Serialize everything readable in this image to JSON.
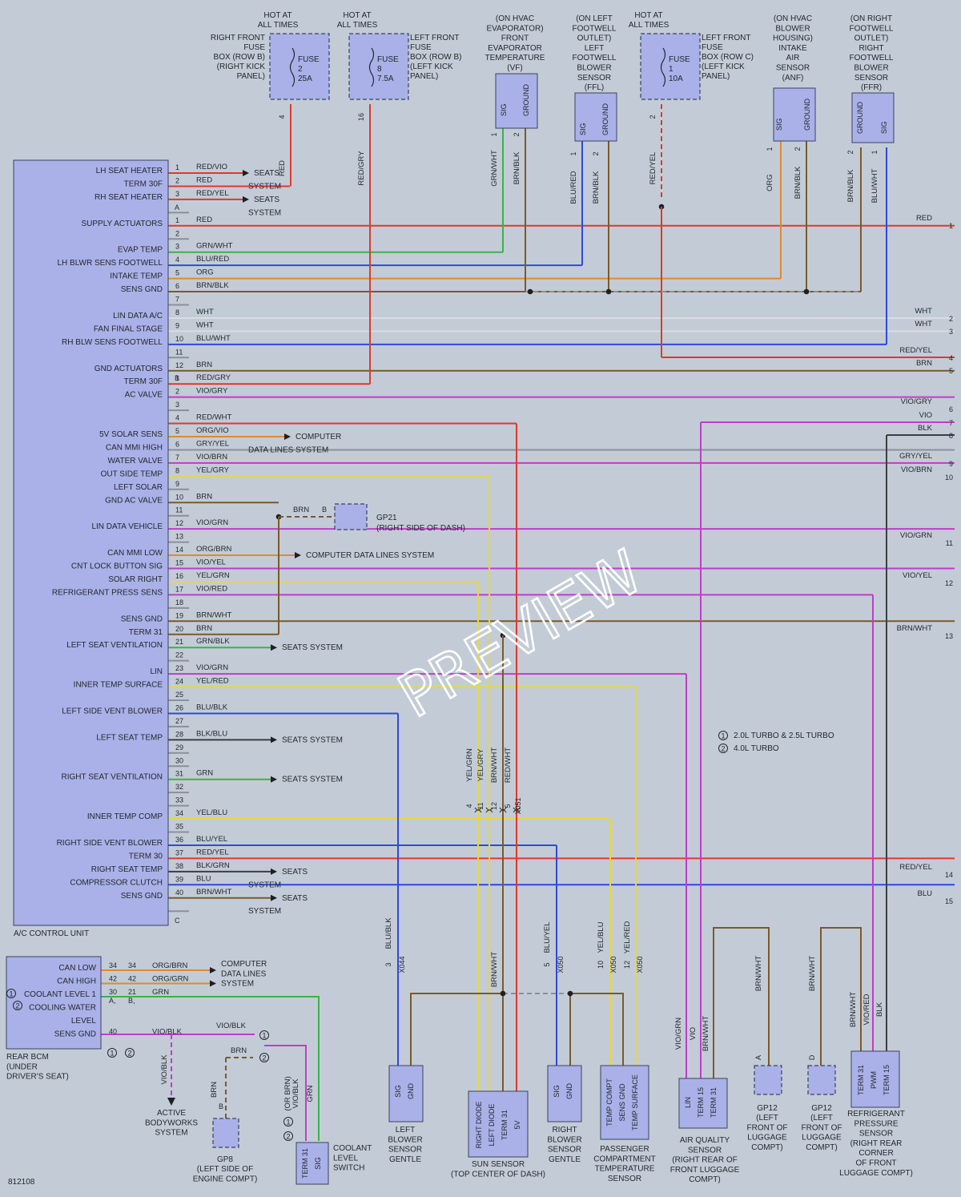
{
  "colors": {
    "background": "#c3ccd6",
    "module_fill": "#a9b1e8",
    "RED": "#e0392b",
    "WHT": "#d8dde2",
    "BLU": "#2f48e0",
    "BRN": "#7a5a2a",
    "GRN": "#3bb24a",
    "ORG": "#e08a2a",
    "YEL": "#e8d838",
    "VIO": "#c23cc8",
    "BLK": "#3a3f45",
    "GRY": "#8a9098"
  },
  "diagram_id": "812108",
  "watermark": "PREVIEW",
  "legend": [
    {
      "num": "1",
      "text": "2.0L TURBO & 2.5L TURBO"
    },
    {
      "num": "2",
      "text": "4.0L TURBO"
    }
  ],
  "fuses": [
    {
      "id": "fuse2",
      "hot": [
        "HOT AT",
        "ALL TIMES"
      ],
      "side": [
        "RIGHT FRONT",
        "FUSE",
        "BOX (ROW B)",
        "(RIGHT KICK",
        "PANEL)"
      ],
      "name": "FUSE",
      "num": "2",
      "amp": "25A",
      "pin": "4",
      "wire": "RED"
    },
    {
      "id": "fuse8",
      "hot": [
        "HOT AT",
        "ALL TIMES"
      ],
      "side": [
        "LEFT FRONT",
        "FUSE",
        "BOX (ROW B)",
        "(LEFT KICK",
        "PANEL)"
      ],
      "name": "FUSE",
      "num": "8",
      "amp": "7.5A",
      "pin": "16",
      "wire": "RED/GRY"
    },
    {
      "id": "fuse1",
      "hot": [
        "HOT AT",
        "ALL TIMES"
      ],
      "side": [
        "LEFT FRONT",
        "FUSE",
        "BOX (ROW C)",
        "(LEFT KICK",
        "PANEL)"
      ],
      "name": "FUSE",
      "num": "1",
      "amp": "10A",
      "pin": "2",
      "wire": "RED/YEL"
    }
  ],
  "top_sensors": [
    {
      "id": "vf",
      "caption": [
        "(ON HVAC",
        "EVAPORATOR)",
        "FRONT",
        "EVAPORATOR",
        "TEMPERATURE",
        "(VF)"
      ],
      "pins": [
        {
          "label": "SIG",
          "num": "1",
          "wire": "GRN/WHT"
        },
        {
          "label": "GROUND",
          "num": "2",
          "wire": "BRN/BLK"
        }
      ]
    },
    {
      "id": "ffl",
      "caption": [
        "(ON LEFT",
        "FOOTWELL",
        "OUTLET)",
        "LEFT",
        "FOOTWELL",
        "BLOWER",
        "SENSOR",
        "(FFL)"
      ],
      "pins": [
        {
          "label": "SIG",
          "num": "1",
          "wire": "BLU/RED"
        },
        {
          "label": "GROUND",
          "num": "2",
          "wire": "BRN/BLK"
        }
      ]
    },
    {
      "id": "anf",
      "caption": [
        "(ON HVAC",
        "BLOWER",
        "HOUSING)",
        "INTAKE",
        "AIR",
        "SENSOR",
        "(ANF)"
      ],
      "pins": [
        {
          "label": "SIG",
          "num": "1",
          "wire": "ORG"
        },
        {
          "label": "GROUND",
          "num": "2",
          "wire": "BRN/BLK"
        }
      ]
    },
    {
      "id": "ffr",
      "caption": [
        "(ON RIGHT",
        "FOOTWELL",
        "OUTLET)",
        "RIGHT",
        "FOOTWELL",
        "BLOWER",
        "SENSOR",
        "(FFR)"
      ],
      "pins": [
        {
          "label": "GROUND",
          "num": "2",
          "wire": "BRN/BLK"
        },
        {
          "label": "SIG",
          "num": "1",
          "wire": "BLU/WHT"
        }
      ]
    }
  ],
  "control_unit": {
    "name": "A/C CONTROL UNIT",
    "connector_a": "A",
    "connector_b": "B",
    "connector_c": "C",
    "rows": [
      {
        "func": "LH SEAT HEATER",
        "pin": "1",
        "wire": "RED/VIO",
        "dest": "SEATS"
      },
      {
        "func": "TERM 30F",
        "pin": "2",
        "wire": "RED",
        "dest": "SYSTEM"
      },
      {
        "func": "RH SEAT HEATER",
        "pin": "3",
        "wire": "RED/YEL",
        "dest": "SEATS"
      },
      {
        "func": "",
        "pin": "",
        "wire": "",
        "dest": "SYSTEM"
      },
      {
        "func": "SUPPLY ACTUATORS",
        "pin": "1",
        "wire": "RED",
        "dest": ""
      },
      {
        "func": "",
        "pin": "2",
        "wire": "",
        "dest": ""
      },
      {
        "func": "EVAP TEMP",
        "pin": "3",
        "wire": "GRN/WHT",
        "dest": ""
      },
      {
        "func": "LH BLWR SENS FOOTWELL",
        "pin": "4",
        "wire": "BLU/RED",
        "dest": ""
      },
      {
        "func": "INTAKE TEMP",
        "pin": "5",
        "wire": "ORG",
        "dest": ""
      },
      {
        "func": "SENS GND",
        "pin": "6",
        "wire": "BRN/BLK",
        "dest": ""
      },
      {
        "func": "",
        "pin": "7",
        "wire": "",
        "dest": ""
      },
      {
        "func": "LIN DATA A/C",
        "pin": "8",
        "wire": "WHT",
        "dest": ""
      },
      {
        "func": "FAN FINAL STAGE",
        "pin": "9",
        "wire": "WHT",
        "dest": ""
      },
      {
        "func": "RH BLW SENS FOOTWELL",
        "pin": "10",
        "wire": "BLU/WHT",
        "dest": ""
      },
      {
        "func": "",
        "pin": "11",
        "wire": "",
        "dest": ""
      },
      {
        "func": "GND ACTUATORS",
        "pin": "12",
        "wire": "BRN",
        "dest": ""
      },
      {
        "func": "TERM 30F",
        "pin": "1",
        "wire": "RED/GRY",
        "dest": ""
      },
      {
        "func": "AC VALVE",
        "pin": "2",
        "wire": "VIO/GRY",
        "dest": ""
      },
      {
        "func": "",
        "pin": "3",
        "wire": "",
        "dest": ""
      },
      {
        "func": "",
        "pin": "4",
        "wire": "RED/WHT",
        "dest": ""
      },
      {
        "func": "5V SOLAR SENS",
        "pin": "5",
        "wire": "ORG/VIO",
        "dest": "COMPUTER"
      },
      {
        "func": "CAN MMI HIGH",
        "pin": "6",
        "wire": "GRY/YEL",
        "dest": "DATA LINES SYSTEM"
      },
      {
        "func": "WATER VALVE",
        "pin": "7",
        "wire": "VIO/BRN",
        "dest": ""
      },
      {
        "func": "OUT SIDE TEMP",
        "pin": "8",
        "wire": "YEL/GRY",
        "dest": ""
      },
      {
        "func": "LEFT SOLAR",
        "pin": "9",
        "wire": "",
        "dest": ""
      },
      {
        "func": "GND AC VALVE",
        "pin": "10",
        "wire": "BRN",
        "dest": ""
      },
      {
        "func": "",
        "pin": "11",
        "wire": "",
        "dest": ""
      },
      {
        "func": "LIN DATA VEHICLE",
        "pin": "12",
        "wire": "VIO/GRN",
        "dest": ""
      },
      {
        "func": "",
        "pin": "13",
        "wire": "",
        "dest": ""
      },
      {
        "func": "CAN MMI LOW",
        "pin": "14",
        "wire": "ORG/BRN",
        "dest": "COMPUTER DATA LINES SYSTEM"
      },
      {
        "func": "CNT LOCK BUTTON SIG",
        "pin": "15",
        "wire": "VIO/YEL",
        "dest": ""
      },
      {
        "func": "SOLAR RIGHT",
        "pin": "16",
        "wire": "YEL/GRN",
        "dest": ""
      },
      {
        "func": "REFRIGERANT PRESS SENS",
        "pin": "17",
        "wire": "VIO/RED",
        "dest": ""
      },
      {
        "func": "",
        "pin": "18",
        "wire": "",
        "dest": ""
      },
      {
        "func": "SENS GND",
        "pin": "19",
        "wire": "BRN/WHT",
        "dest": ""
      },
      {
        "func": "TERM 31",
        "pin": "20",
        "wire": "BRN",
        "dest": ""
      },
      {
        "func": "LEFT SEAT VENTILATION",
        "pin": "21",
        "wire": "GRN/BLK",
        "dest": "SEATS SYSTEM"
      },
      {
        "func": "",
        "pin": "22",
        "wire": "",
        "dest": ""
      },
      {
        "func": "LIN",
        "pin": "23",
        "wire": "VIO/GRN",
        "dest": ""
      },
      {
        "func": "INNER TEMP SURFACE",
        "pin": "24",
        "wire": "YEL/RED",
        "dest": ""
      },
      {
        "func": "",
        "pin": "25",
        "wire": "",
        "dest": ""
      },
      {
        "func": "LEFT SIDE VENT BLOWER",
        "pin": "26",
        "wire": "BLU/BLK",
        "dest": ""
      },
      {
        "func": "",
        "pin": "27",
        "wire": "",
        "dest": ""
      },
      {
        "func": "LEFT SEAT TEMP",
        "pin": "28",
        "wire": "BLK/BLU",
        "dest": "SEATS SYSTEM"
      },
      {
        "func": "",
        "pin": "29",
        "wire": "",
        "dest": ""
      },
      {
        "func": "",
        "pin": "30",
        "wire": "",
        "dest": ""
      },
      {
        "func": "RIGHT SEAT VENTILATION",
        "pin": "31",
        "wire": "GRN",
        "dest": "SEATS SYSTEM"
      },
      {
        "func": "",
        "pin": "32",
        "wire": "",
        "dest": ""
      },
      {
        "func": "",
        "pin": "33",
        "wire": "",
        "dest": ""
      },
      {
        "func": "INNER TEMP COMP",
        "pin": "34",
        "wire": "YEL/BLU",
        "dest": ""
      },
      {
        "func": "",
        "pin": "35",
        "wire": "",
        "dest": ""
      },
      {
        "func": "RIGHT SIDE VENT BLOWER",
        "pin": "36",
        "wire": "BLU/YEL",
        "dest": ""
      },
      {
        "func": "TERM 30",
        "pin": "37",
        "wire": "RED/YEL",
        "dest": ""
      },
      {
        "func": "RIGHT SEAT TEMP",
        "pin": "38",
        "wire": "BLK/GRN",
        "dest": "SEATS"
      },
      {
        "func": "COMPRESSOR CLUTCH",
        "pin": "39",
        "wire": "BLU",
        "dest": "SYSTEM"
      },
      {
        "func": "SENS GND",
        "pin": "40",
        "wire": "BRN/WHT",
        "dest": "SEATS"
      },
      {
        "func": "",
        "pin": "",
        "wire": "",
        "dest": "SYSTEM"
      }
    ]
  },
  "right_edge": [
    {
      "wire": "RED",
      "num": "1"
    },
    {
      "wire": "WHT",
      "num": "2"
    },
    {
      "wire": "WHT",
      "num": "3"
    },
    {
      "wire": "RED/YEL",
      "num": "4"
    },
    {
      "wire": "BRN",
      "num": "5"
    },
    {
      "wire": "VIO/GRY",
      "num": "6"
    },
    {
      "wire": "VIO",
      "num": "7"
    },
    {
      "wire": "BLK",
      "num": "8"
    },
    {
      "wire": "GRY/YEL",
      "num": "9"
    },
    {
      "wire": "VIO/BRN",
      "num": "10"
    },
    {
      "wire": "VIO/GRN",
      "num": "11"
    },
    {
      "wire": "VIO/YEL",
      "num": "12"
    },
    {
      "wire": "BRN/WHT",
      "num": "13"
    },
    {
      "wire": "RED/YEL",
      "num": "14"
    },
    {
      "wire": "BLU",
      "num": "15"
    }
  ],
  "ground_points": {
    "gp21": {
      "wire": "BRN",
      "pin": "B",
      "name": "GP21",
      "loc": "(RIGHT SIDE OF DASH)"
    },
    "gp8": {
      "name": "GP8",
      "loc": [
        "(LEFT SIDE OF",
        "ENGINE COMPT)"
      ],
      "pin": "B",
      "wire": "BRN"
    },
    "gp12a": {
      "name": "GP12",
      "loc": [
        "(LEFT",
        "FRONT OF",
        "LUGGAGE",
        "COMPT)"
      ],
      "pin": "A",
      "wire": "BRN/WHT"
    },
    "gp12d": {
      "name": "GP12",
      "loc": [
        "(LEFT",
        "FRONT OF",
        "LUGGAGE",
        "COMPT)"
      ],
      "pin": "D",
      "wire": "BRN/WHT"
    }
  },
  "connectors": {
    "x044": {
      "name": "X044",
      "pin": "3",
      "wire": "BLU/BLK"
    },
    "x050": {
      "name": "X050",
      "pins": [
        "5",
        "10",
        "12"
      ]
    },
    "x051": {
      "name": "X051",
      "pins": [
        "4",
        "11",
        "12",
        "5"
      ]
    }
  },
  "bottom_components": {
    "left_blower": {
      "pins": [
        "SIG",
        "GND"
      ],
      "caption": [
        "LEFT",
        "BLOWER",
        "SENSOR",
        "GENTLE"
      ]
    },
    "sun_sensor": {
      "pins": [
        "RIGHT DIODE",
        "LEFT DIODE",
        "TERM 31",
        "5V"
      ],
      "caption": [
        "SUN SENSOR",
        "(TOP CENTER OF DASH)"
      ]
    },
    "right_blower": {
      "pins": [
        "SIG",
        "GND"
      ],
      "caption": [
        "RIGHT",
        "BLOWER",
        "SENSOR",
        "GENTLE"
      ]
    },
    "passenger_temp": {
      "pins": [
        "TEMP COMPT",
        "SENS GND",
        "TEMP SURFACE"
      ],
      "caption": [
        "PASSENGER",
        "COMPARTMENT",
        "TEMPERATURE",
        "SENSOR"
      ]
    },
    "air_quality": {
      "pins": [
        "LIN",
        "TERM 15",
        "TERM 31"
      ],
      "caption": [
        "AIR QUALITY",
        "SENSOR",
        "(RIGHT REAR OF",
        "FRONT LUGGAGE",
        "COMPT)"
      ]
    },
    "refrigerant": {
      "pins": [
        "TERM 31",
        "PWM",
        "TERM 15"
      ],
      "caption": [
        "REFRIGERANT",
        "PRESSURE",
        "SENSOR",
        "(RIGHT REAR",
        "CORNER",
        "OF FRONT",
        "LUGGAGE COMPT)"
      ]
    },
    "coolant": {
      "pins": [
        "TERM 31",
        "SIG"
      ],
      "caption": [
        "COOLANT",
        "LEVEL",
        "SWITCH"
      ]
    },
    "active_bodyworks": {
      "caption": [
        "ACTIVE",
        "BODYWORKS",
        "SYSTEM"
      ],
      "wire": "VIO/BLK"
    }
  },
  "rear_bcm": {
    "rows": [
      {
        "func": "CAN LOW",
        "pin1": "34",
        "pin2": "34",
        "wire": "ORG/BRN"
      },
      {
        "func": "CAN HIGH",
        "pin1": "42",
        "pin2": "42",
        "wire": "ORG/GRN"
      },
      {
        "func": "COOLANT LEVEL 1",
        "pin1": "30",
        "pin2": "21",
        "wire": "GRN"
      },
      {
        "func": "COOLING WATER",
        "pin1": "",
        "pin2": "",
        "wire": ""
      },
      {
        "func": "LEVEL",
        "pin1": "",
        "pin2": "",
        "wire": ""
      },
      {
        "func": "SENS GND",
        "pin1": "40",
        "pin2": "",
        "wire": "VIO/BLK"
      }
    ],
    "dest": [
      "COMPUTER",
      "DATA LINES",
      "SYSTEM"
    ],
    "caption": [
      "REAR BCM",
      "(UNDER",
      "DRIVER'S SEAT)"
    ]
  }
}
